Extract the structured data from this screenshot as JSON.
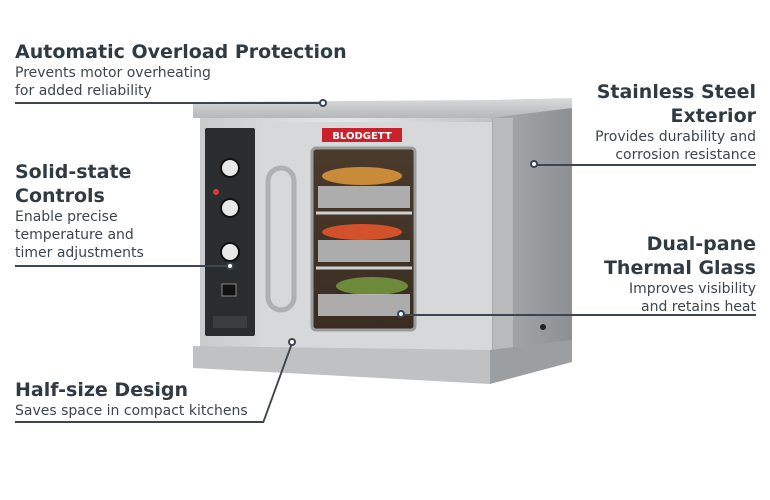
{
  "callouts": {
    "overload": {
      "title": "Automatic Overload Protection",
      "desc_line1": "Prevents motor overheating",
      "desc_line2": "for added reliability"
    },
    "controls": {
      "title_line1": "Solid-state",
      "title_line2": "Controls",
      "desc_line1": "Enable precise",
      "desc_line2": "temperature and",
      "desc_line3": "timer adjustments"
    },
    "halfsize": {
      "title": "Half-size Design",
      "desc": "Saves space in compact kitchens"
    },
    "exterior": {
      "title_line1": "Stainless Steel",
      "title_line2": "Exterior",
      "desc_line1": "Provides durability and",
      "desc_line2": "corrosion resistance"
    },
    "glass": {
      "title_line1": "Dual-pane",
      "title_line2": "Thermal Glass",
      "desc_line1": "Improves visibility",
      "desc_line2": "and retains heat"
    }
  },
  "oven": {
    "brand_label": "BLODGETT"
  },
  "colors": {
    "text": "#2f3a42",
    "line": "#3b4650",
    "brand_red": "#c8232c"
  }
}
